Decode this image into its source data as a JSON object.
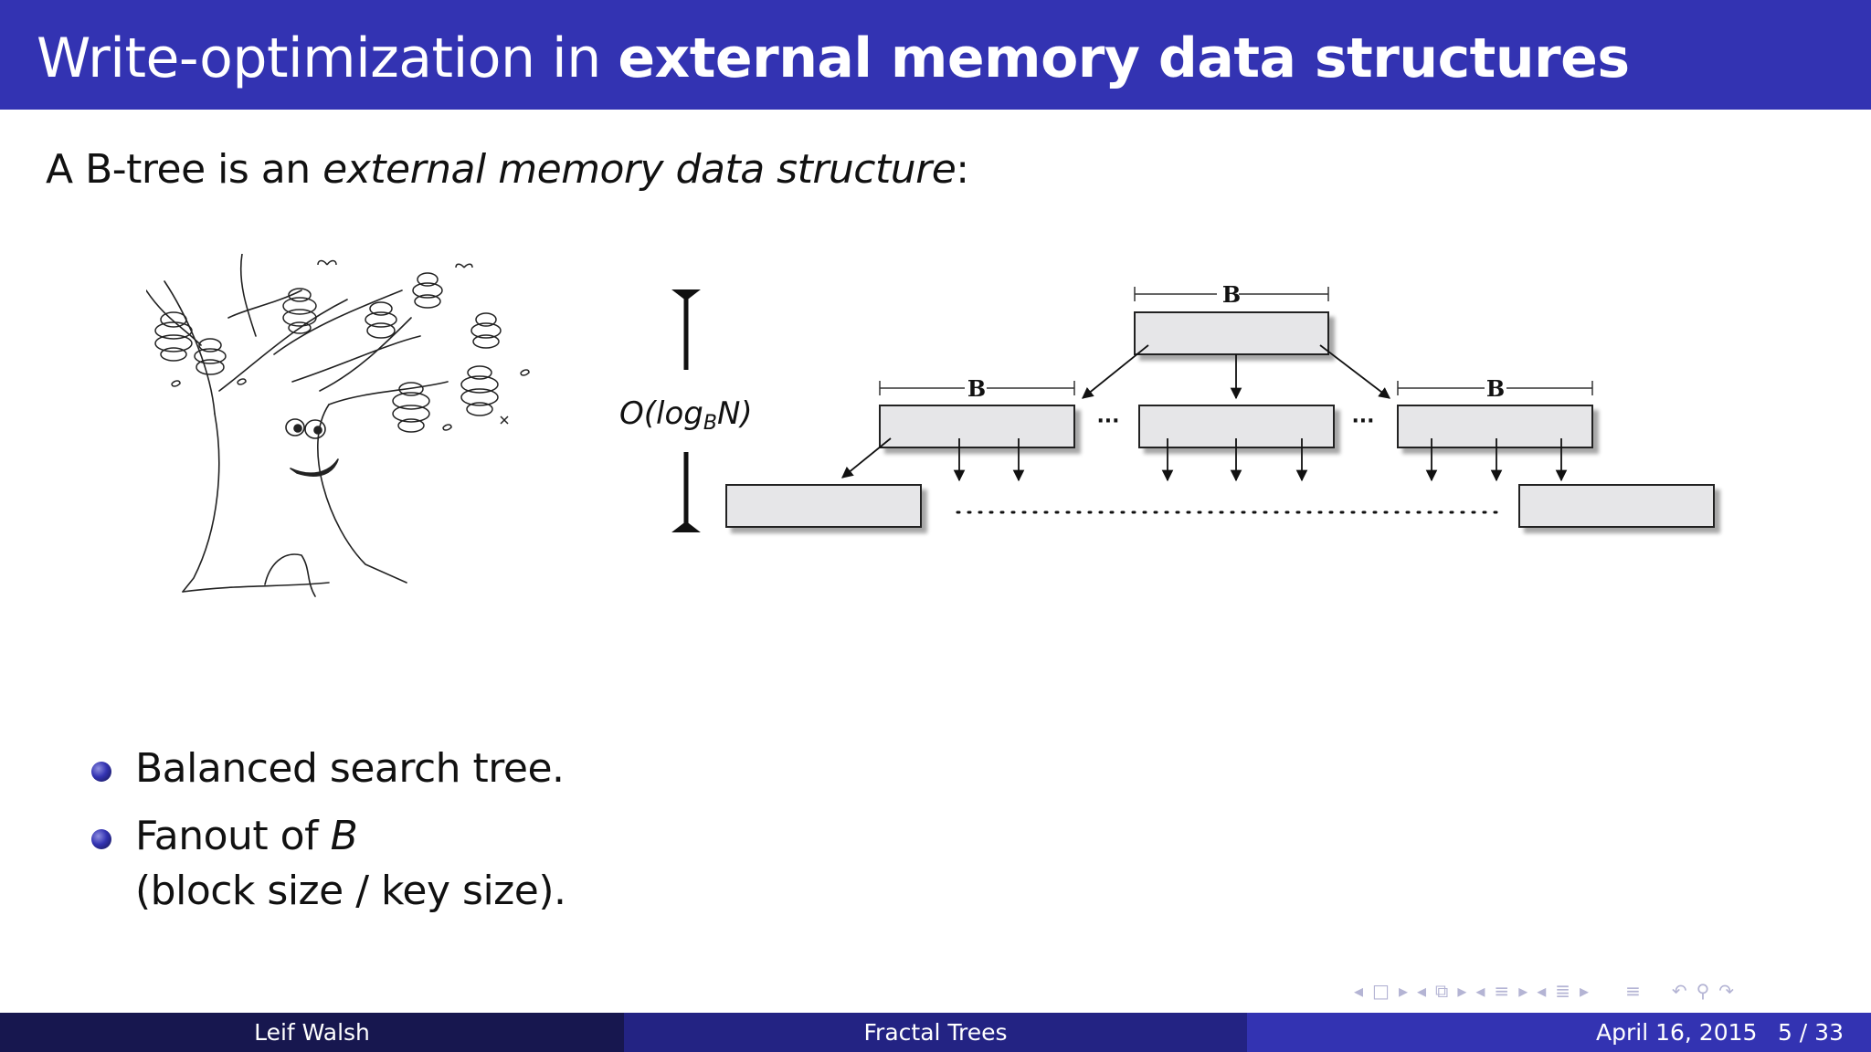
{
  "slide": {
    "title_plain": "Write-optimization in",
    "title_bold": "external memory data structures",
    "intro_plain": "A B-tree is an",
    "intro_italic": "external memory data structure",
    "intro_end": ":"
  },
  "diagram": {
    "height_label_prefix": "O(log",
    "height_label_sub": "B",
    "height_label_suffix": "N)",
    "block_label": "B",
    "ellipsis": "···"
  },
  "bullets": [
    {
      "text": "Balanced search tree."
    },
    {
      "text_plain": "Fanout of",
      "text_italic": "B",
      "text_line2": "(block size / key size)."
    }
  ],
  "footer": {
    "author": "Leif Walsh",
    "talk_title": "Fractal Trees",
    "date": "April 16, 2015",
    "page": "5 / 33"
  },
  "colors": {
    "beamer_blue": "#3333b2",
    "footer_dark": "#17174f",
    "footer_mid": "#232383"
  },
  "nav_icons": [
    "prev-frame-icon",
    "frame-icon",
    "next-frame-icon",
    "prev-slide-icon",
    "slide-icon",
    "next-slide-icon",
    "prev-subsection-icon",
    "subsection-icon",
    "next-subsection-icon",
    "prev-section-icon",
    "section-icon",
    "next-section-icon",
    "toc-icon",
    "back-icon",
    "search-icon",
    "forward-icon"
  ]
}
